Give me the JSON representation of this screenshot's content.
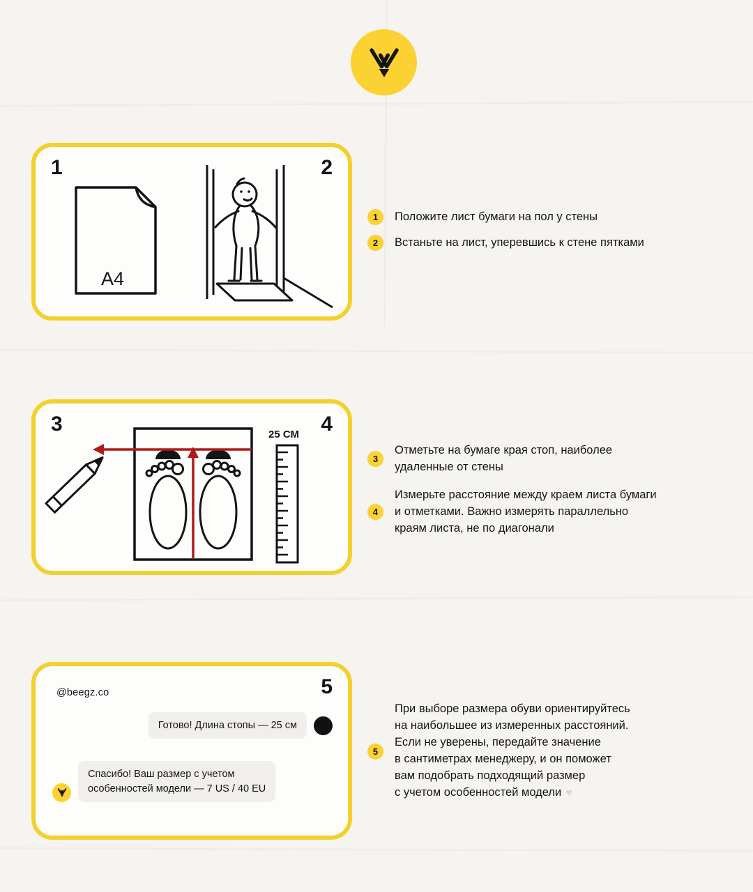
{
  "brand": {
    "handle": "@beegz.co",
    "logo_icon": "beegz-bee-monogram"
  },
  "colors": {
    "paper_bg": "#f6f4f0",
    "card_border_yellow": "#f2d12e",
    "badge_yellow": "#fbd231",
    "logo_circle_yellow": "#fcd232",
    "ink": "#141414",
    "measure_red": "#b01a1a",
    "bubble_bg": "#f1efeb"
  },
  "card1": {
    "number_left": "1",
    "number_right": "2",
    "paper_label": "A4"
  },
  "card2": {
    "number_left": "3",
    "number_right": "4",
    "ruler_label": "25 СМ"
  },
  "card3": {
    "handle": "@beegz.co",
    "number": "5",
    "message_out": "Готово! Длина стопы — 25 см",
    "message_in": "Спасибо! Ваш размер с учетом\nособенностей модели — 7 US / 40 EU"
  },
  "steps": [
    {
      "num": "1",
      "text": "Положите лист бумаги на пол у стены"
    },
    {
      "num": "2",
      "text": "Встаньте на лист, уперевшись к стене пятками"
    },
    {
      "num": "3",
      "text": "Отметьте на бумаге края стоп, наиболее\nудаленные от стены"
    },
    {
      "num": "4",
      "text": "Измерьте расстояние между краем листа бумаги\nи отметками. Важно измерять параллельно\nкраям листа, не по диагонали"
    },
    {
      "num": "5",
      "text": "При выборе размера обуви ориентируйтесь\nна наибольшее из измеренных расстояний.\nЕсли не уверены, передайте значение\nв сантиметрах менеджеру, и он поможет\nвам подобрать подходящий размер\nс учетом особенностей модели",
      "suffix_icon": "♥"
    }
  ]
}
